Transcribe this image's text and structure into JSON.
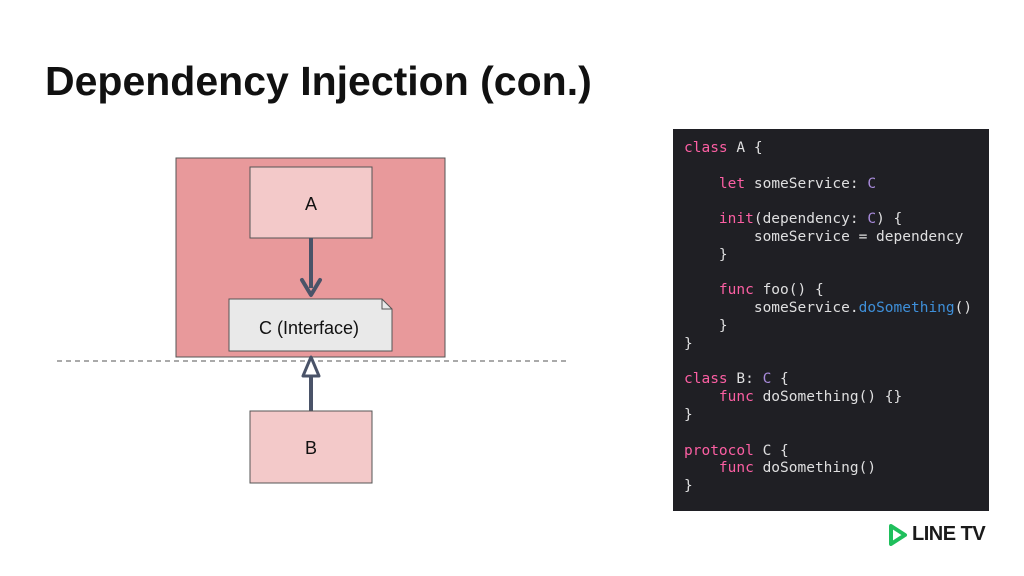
{
  "title": "Dependency Injection (con.)",
  "diagram": {
    "node_a": "A",
    "node_c": "C (Interface)",
    "node_b": "B"
  },
  "code": {
    "lines": [
      [
        [
          "class",
          "k"
        ],
        [
          " A {",
          ""
        ]
      ],
      [],
      [
        [
          "    ",
          ""
        ],
        [
          "let",
          "k"
        ],
        [
          " someService: ",
          ""
        ],
        [
          "C",
          "t"
        ]
      ],
      [],
      [
        [
          "    ",
          ""
        ],
        [
          "init",
          "k"
        ],
        [
          "(dependency: ",
          ""
        ],
        [
          "C",
          "t"
        ],
        [
          ") {",
          ""
        ]
      ],
      [
        [
          "        someService = dependency",
          ""
        ]
      ],
      [
        [
          "    }",
          ""
        ]
      ],
      [],
      [
        [
          "    ",
          ""
        ],
        [
          "func",
          "k"
        ],
        [
          " foo() {",
          ""
        ]
      ],
      [
        [
          "        someService.",
          ""
        ],
        [
          "doSomething",
          "m"
        ],
        [
          "()",
          ""
        ]
      ],
      [
        [
          "    }",
          ""
        ]
      ],
      [
        [
          "}",
          ""
        ]
      ],
      [],
      [
        [
          "class",
          "k"
        ],
        [
          " B: ",
          ""
        ],
        [
          "C",
          "t"
        ],
        [
          " {",
          ""
        ]
      ],
      [
        [
          "    ",
          ""
        ],
        [
          "func",
          "k"
        ],
        [
          " doSomething() {}",
          ""
        ]
      ],
      [
        [
          "}",
          ""
        ]
      ],
      [],
      [
        [
          "protocol",
          "k"
        ],
        [
          " C {",
          ""
        ]
      ],
      [
        [
          "    ",
          ""
        ],
        [
          "func",
          "k"
        ],
        [
          " doSomething()",
          ""
        ]
      ],
      [
        [
          "}",
          ""
        ]
      ]
    ]
  },
  "logo": {
    "text": "LINE TV",
    "color": "#1fbf5c"
  },
  "colors": {
    "module_fill": "#e8999b",
    "class_fill": "#f3c9c9",
    "interface_fill": "#e9e9e9",
    "arrow": "#4a5368",
    "code_bg": "#1f1f24",
    "keyword": "#fc5fa3",
    "type": "#a98bdc",
    "method": "#3e8fd9"
  }
}
